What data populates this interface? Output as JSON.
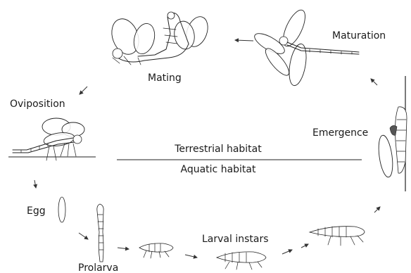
{
  "stages": {
    "mating": "Mating",
    "maturation": "Maturation",
    "oviposition": "Oviposition",
    "emergence": "Emergence",
    "egg": "Egg",
    "prolarva": "Prolarva",
    "larval_instars": "Larval instars"
  },
  "habitat": {
    "terrestrial": "Terrestrial habitat",
    "aquatic": "Aquatic habitat"
  }
}
